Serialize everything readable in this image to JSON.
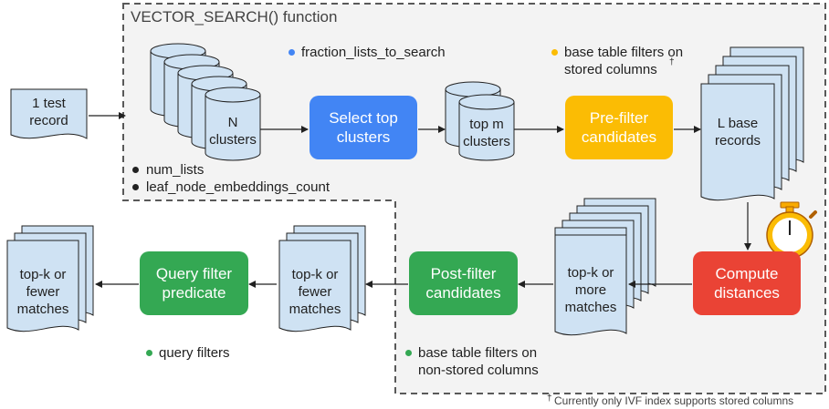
{
  "region": {
    "title": "VECTOR_SEARCH() function"
  },
  "nodes": {
    "input": "1 test\nrecord",
    "n_clusters": "N\nclusters",
    "select_top": "Select top\nclusters",
    "top_m": "top m\nclusters",
    "prefilter": "Pre-filter\ncandidates",
    "l_base": "L base\nrecords",
    "compute": "Compute\ndistances",
    "top_k_more": "top-k or\nmore\nmatches",
    "postfilter": "Post-filter\ncandidates",
    "top_k_fewer_1": "top-k or\nfewer\nmatches",
    "query_filter": "Query filter\npredicate",
    "top_k_fewer_2": "top-k or\nfewer\nmatches"
  },
  "params": {
    "fraction": "fraction_lists_to_search",
    "base_stored": "base table filters on\nstored columns",
    "num_lists": "num_lists",
    "leaf_node": "leaf_node_embeddings_count",
    "base_nonstored": "base table filters on\nnon-stored columns",
    "query_filters": "query filters"
  },
  "dagger": "†",
  "footnote": "Currently only IVF index supports stored columns",
  "colors": {
    "blue": "#4285f4",
    "yellow": "#fbbc04",
    "red": "#ea4335",
    "green": "#34a853",
    "doc_fill": "#cfe2f3",
    "region_fill": "#f3f3f3",
    "border": "#595959"
  },
  "icons": [
    "stopwatch-icon"
  ]
}
